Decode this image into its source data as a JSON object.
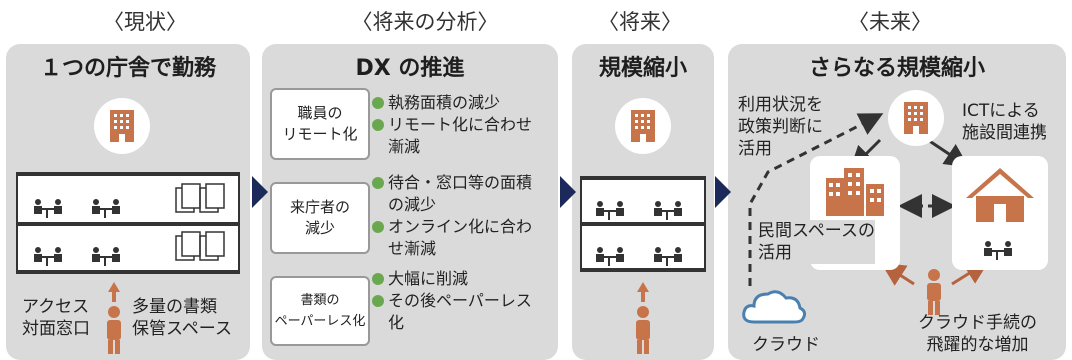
{
  "sections": [
    {
      "heading": "〈現状〉",
      "title": "１つの庁舎で勤務"
    },
    {
      "heading": "〈将来の分析〉",
      "title": "DX の推進"
    },
    {
      "heading": "〈将来〉",
      "title": "規模縮小"
    },
    {
      "heading": "〈未来〉",
      "title": "さらなる規模縮小"
    }
  ],
  "current": {
    "left_caption": [
      "アクセス",
      "対面窓口"
    ],
    "right_caption": [
      "多量の書類",
      "保管スペース"
    ]
  },
  "analysis": [
    {
      "box": [
        "職員の",
        "リモート化"
      ],
      "bullets": [
        [
          "執務面積の減少"
        ],
        [
          "リモート化に合わせ",
          "漸減"
        ]
      ]
    },
    {
      "box": [
        "来庁者の",
        "減少"
      ],
      "bullets": [
        [
          "待合・窓口等の面積",
          "の減少"
        ],
        [
          "オンライン化に合わ",
          "せ漸減"
        ]
      ]
    },
    {
      "box": [
        "書類の",
        "ペーパーレス化"
      ],
      "bullets": [
        [
          "大幅に削減"
        ],
        [
          "その後ペーパーレス",
          "化"
        ]
      ]
    }
  ],
  "future": {
    "usage": [
      "利用状況を",
      "政策判断に",
      "活用"
    ],
    "ict": [
      "ICTによる",
      "施設間連携"
    ],
    "private": [
      "民間スペースの",
      "活用"
    ],
    "cloud": "クラウド",
    "cloud_proc": [
      "クラウド手続の",
      "飛躍的な増加"
    ]
  },
  "colors": {
    "building": "#c8744a",
    "person": "#c8744a",
    "dot": "#6aa84f",
    "arrow": "#1b2a5a",
    "panel": "#dadada"
  }
}
